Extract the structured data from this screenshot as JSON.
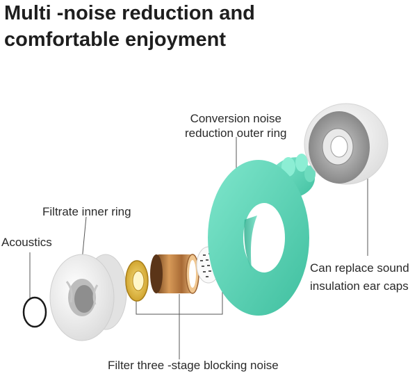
{
  "headline": {
    "line1": "Multi -noise reduction and",
    "line2": "comfortable enjoyment"
  },
  "labels": {
    "conversion_ring_line1": "Conversion noise",
    "conversion_ring_line2": "reduction outer ring",
    "filtrate_inner_ring": "Filtrate inner ring",
    "acoustics": "Acoustics",
    "ear_caps_line1": "Can replace sound",
    "ear_caps_line2": "insulation ear caps",
    "filter_stage": "Filter three -stage blocking noise"
  },
  "colors": {
    "teal_ring": "#5fd8bb",
    "gold_disc": "#e3b93c",
    "copper_sleeve": "#b87842",
    "white_part": "#f2f2f2"
  }
}
